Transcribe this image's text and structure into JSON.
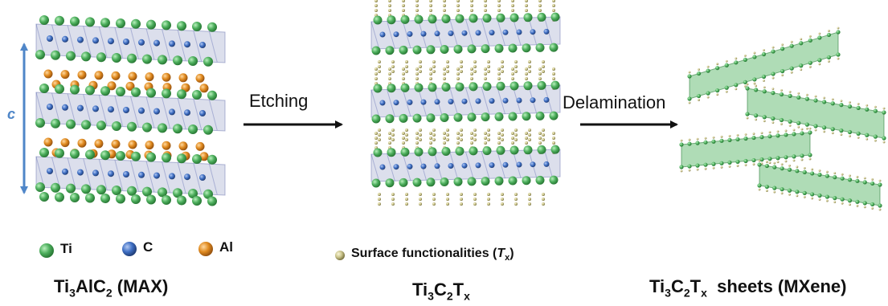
{
  "labels": {
    "c_axis": "c",
    "step1": "Etching",
    "step2": "Delamination"
  },
  "legend": {
    "ti": "Ti",
    "c": "C",
    "al": "Al",
    "surface_prefix": "Surface functionalities (",
    "surface_symbol": "T",
    "surface_sub": "x",
    "surface_suffix": ")"
  },
  "titles": {
    "max": {
      "a": "Ti",
      "a_sub": "3",
      "b": "AlC",
      "b_sub": "2",
      "c": " (MAX)"
    },
    "etched": {
      "a": "Ti",
      "a_sub": "3",
      "b": "C",
      "b_sub": "2",
      "c": "T",
      "c_sub": "x"
    },
    "mxene": {
      "a": "Ti",
      "a_sub": "3",
      "b": "C",
      "b_sub": "2",
      "c": "T",
      "c_sub": "x",
      "d": "  sheets (MXene)"
    }
  },
  "colors": {
    "ti": "#4cae5c",
    "c": "#3f6fc4",
    "al": "#e08a1f",
    "surface": "#c9c38a",
    "slab": "#9aa3c8",
    "axis": "#4f86c8"
  }
}
